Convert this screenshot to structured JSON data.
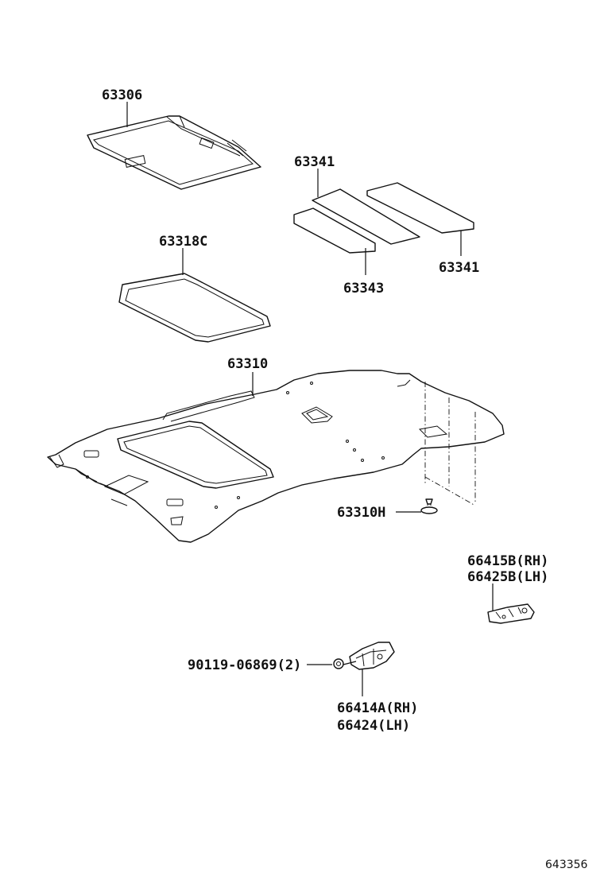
{
  "labels": {
    "p63306": "63306",
    "p63341_top": "63341",
    "p63341_right": "63341",
    "p63343": "63343",
    "p63318c": "63318C",
    "p63310": "63310",
    "p63310h": "63310H",
    "p66415b": "66415B(RH)",
    "p66425b": "66425B(LH)",
    "p90119": "90119-06869(2)",
    "p66414a": "66414A(RH)",
    "p66424": "66424(LH)"
  },
  "reference": "643356"
}
